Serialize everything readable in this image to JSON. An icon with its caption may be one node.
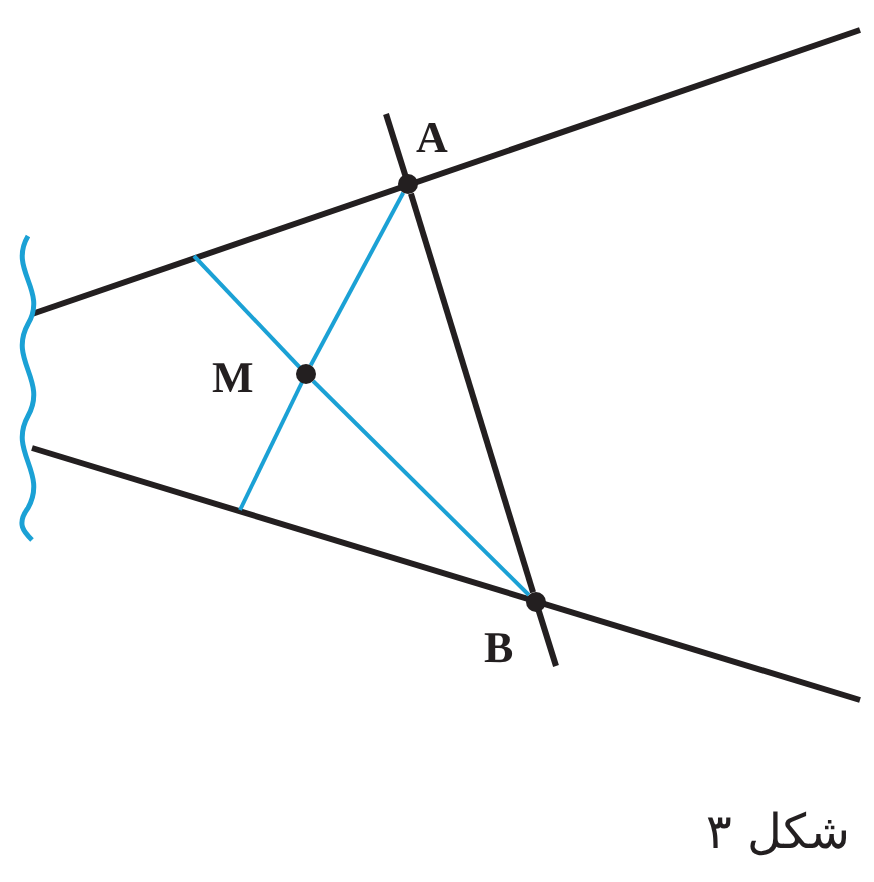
{
  "diagram": {
    "caption": "شکل ۳",
    "nodes": [
      {
        "text": [],
        "shape": "circle",
        "beside": [
          "A"
        ]
      },
      {
        "text": [],
        "shape": "circle",
        "beside": [
          "M"
        ]
      },
      {
        "text": [],
        "shape": "circle",
        "beside": [
          "B"
        ]
      }
    ],
    "edges": [
      {
        "from": 0,
        "to": 2,
        "arrow": "none",
        "color": "#231f20"
      },
      {
        "from": 0,
        "to": 1,
        "arrow": "none"
      },
      {
        "from": 1,
        "to": 2,
        "arrow": "none"
      }
    ]
  }
}
